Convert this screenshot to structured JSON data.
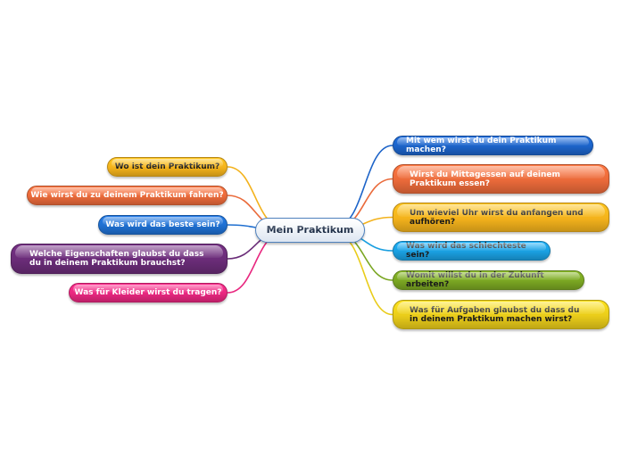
{
  "center": {
    "label": "Mein Praktikum"
  },
  "left_nodes": [
    {
      "label": "Wo ist dein Praktikum?",
      "color": "#f3b21c"
    },
    {
      "label": "Wie wirst du zu deinem Praktikum fahren?",
      "color": "#ea6a3a"
    },
    {
      "label": "Was wird das beste sein?",
      "color": "#1f6fd0"
    },
    {
      "label": "Welche Eigenschaften glaubst du dass du in deinem Praktikum brauchst?",
      "color": "#6a2c78"
    },
    {
      "label": "Was für Kleider wirst du tragen?",
      "color": "#e8277f"
    }
  ],
  "right_nodes": [
    {
      "label": "Mit wem wirst du dein Praktikum machen?",
      "color": "#1c63c8"
    },
    {
      "label": "Wirst du Mittagessen auf deinem Praktikum essen?",
      "color": "#ea6a3a"
    },
    {
      "label": "Um wieviel Uhr wirst du anfangen und aufhören?",
      "color": "#f3b21c"
    },
    {
      "label": "Was wird das schlechteste sein?",
      "color": "#1a9fe0"
    },
    {
      "label": "Womit willst du in der Zukunft arbeiten?",
      "color": "#7aa622"
    },
    {
      "label": "Was für Aufgaben glaubst du dass du in deinem Praktikum machen wirst?",
      "color": "#e9cc1a"
    }
  ]
}
